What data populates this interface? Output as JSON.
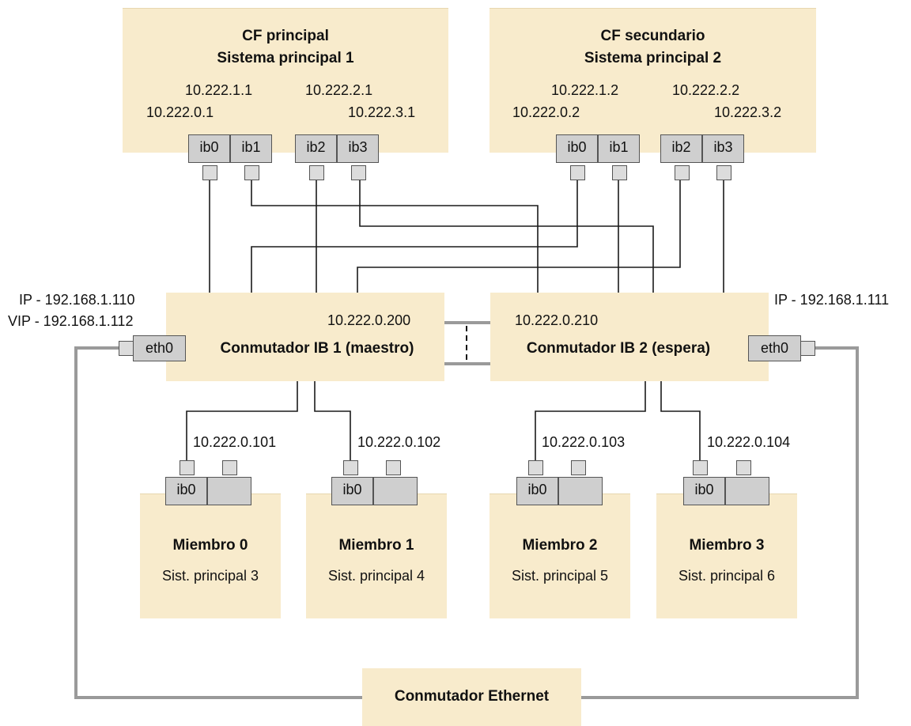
{
  "cf_primary": {
    "title": "CF principal",
    "host": "Sistema principal 1",
    "ips": {
      "ib0": "10.222.0.1",
      "ib1": "10.222.1.1",
      "ib2": "10.222.2.1",
      "ib3": "10.222.3.1"
    }
  },
  "cf_secondary": {
    "title": "CF secundario",
    "host": "Sistema principal 2",
    "ips": {
      "ib0": "10.222.0.2",
      "ib1": "10.222.1.2",
      "ib2": "10.222.2.2",
      "ib3": "10.222.3.2"
    }
  },
  "ports": {
    "ib0": "ib0",
    "ib1": "ib1",
    "ib2": "ib2",
    "ib3": "ib3",
    "eth0": "eth0"
  },
  "switch1": {
    "name": "Conmutador IB 1 (maestro)",
    "ip": "10.222.0.200",
    "mgmt_ip": "IP - 192.168.1.110",
    "vip": "VIP - 192.168.1.112"
  },
  "switch2": {
    "name": "Conmutador IB 2 (espera)",
    "ip": "10.222.0.210",
    "mgmt_ip": "IP - 192.168.1.111"
  },
  "members": [
    {
      "name": "Miembro 0",
      "host": "Sist. principal 3",
      "ip": "10.222.0.101"
    },
    {
      "name": "Miembro 1",
      "host": "Sist. principal 4",
      "ip": "10.222.0.102"
    },
    {
      "name": "Miembro 2",
      "host": "Sist. principal 5",
      "ip": "10.222.0.103"
    },
    {
      "name": "Miembro 3",
      "host": "Sist. principal 6",
      "ip": "10.222.0.104"
    }
  ],
  "ethernet_switch": {
    "name": "Conmutador Ethernet"
  },
  "colors": {
    "box_fill": "#f8ebcc",
    "box_shadow": "#e7d7b0",
    "port_fill": "#cfcfcf",
    "ethernet_wire": "#9a9a9a",
    "ib_wire": "#1a1a1a"
  }
}
